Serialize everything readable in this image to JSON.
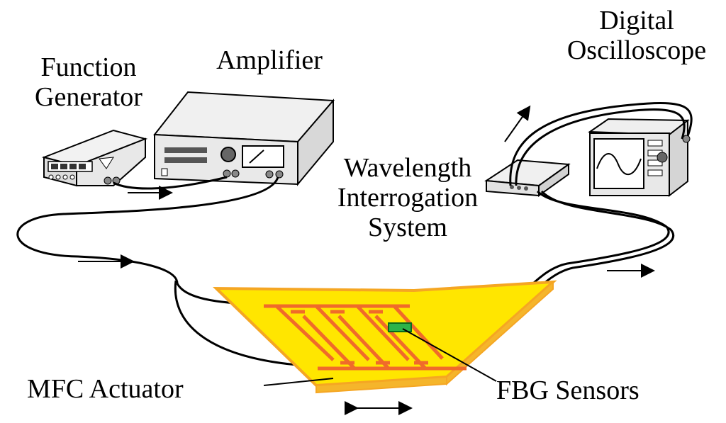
{
  "labels": {
    "function_generator": [
      "Function",
      "Generator"
    ],
    "amplifier": "Amplifier",
    "digital_oscilloscope": [
      "Digital",
      "Oscilloscope"
    ],
    "wavelength_interrogation": [
      "Wavelength",
      "Interrogation",
      "System"
    ],
    "mfc_actuator": "MFC Actuator",
    "fbg_sensors": "FBG Sensors"
  },
  "colors": {
    "plate_fill": "#ffe600",
    "plate_border": "#f5a623",
    "electrode": "#f06a2a",
    "sensor": "#2db34a",
    "device_gray": "#e8e8e8",
    "line": "#000000"
  }
}
